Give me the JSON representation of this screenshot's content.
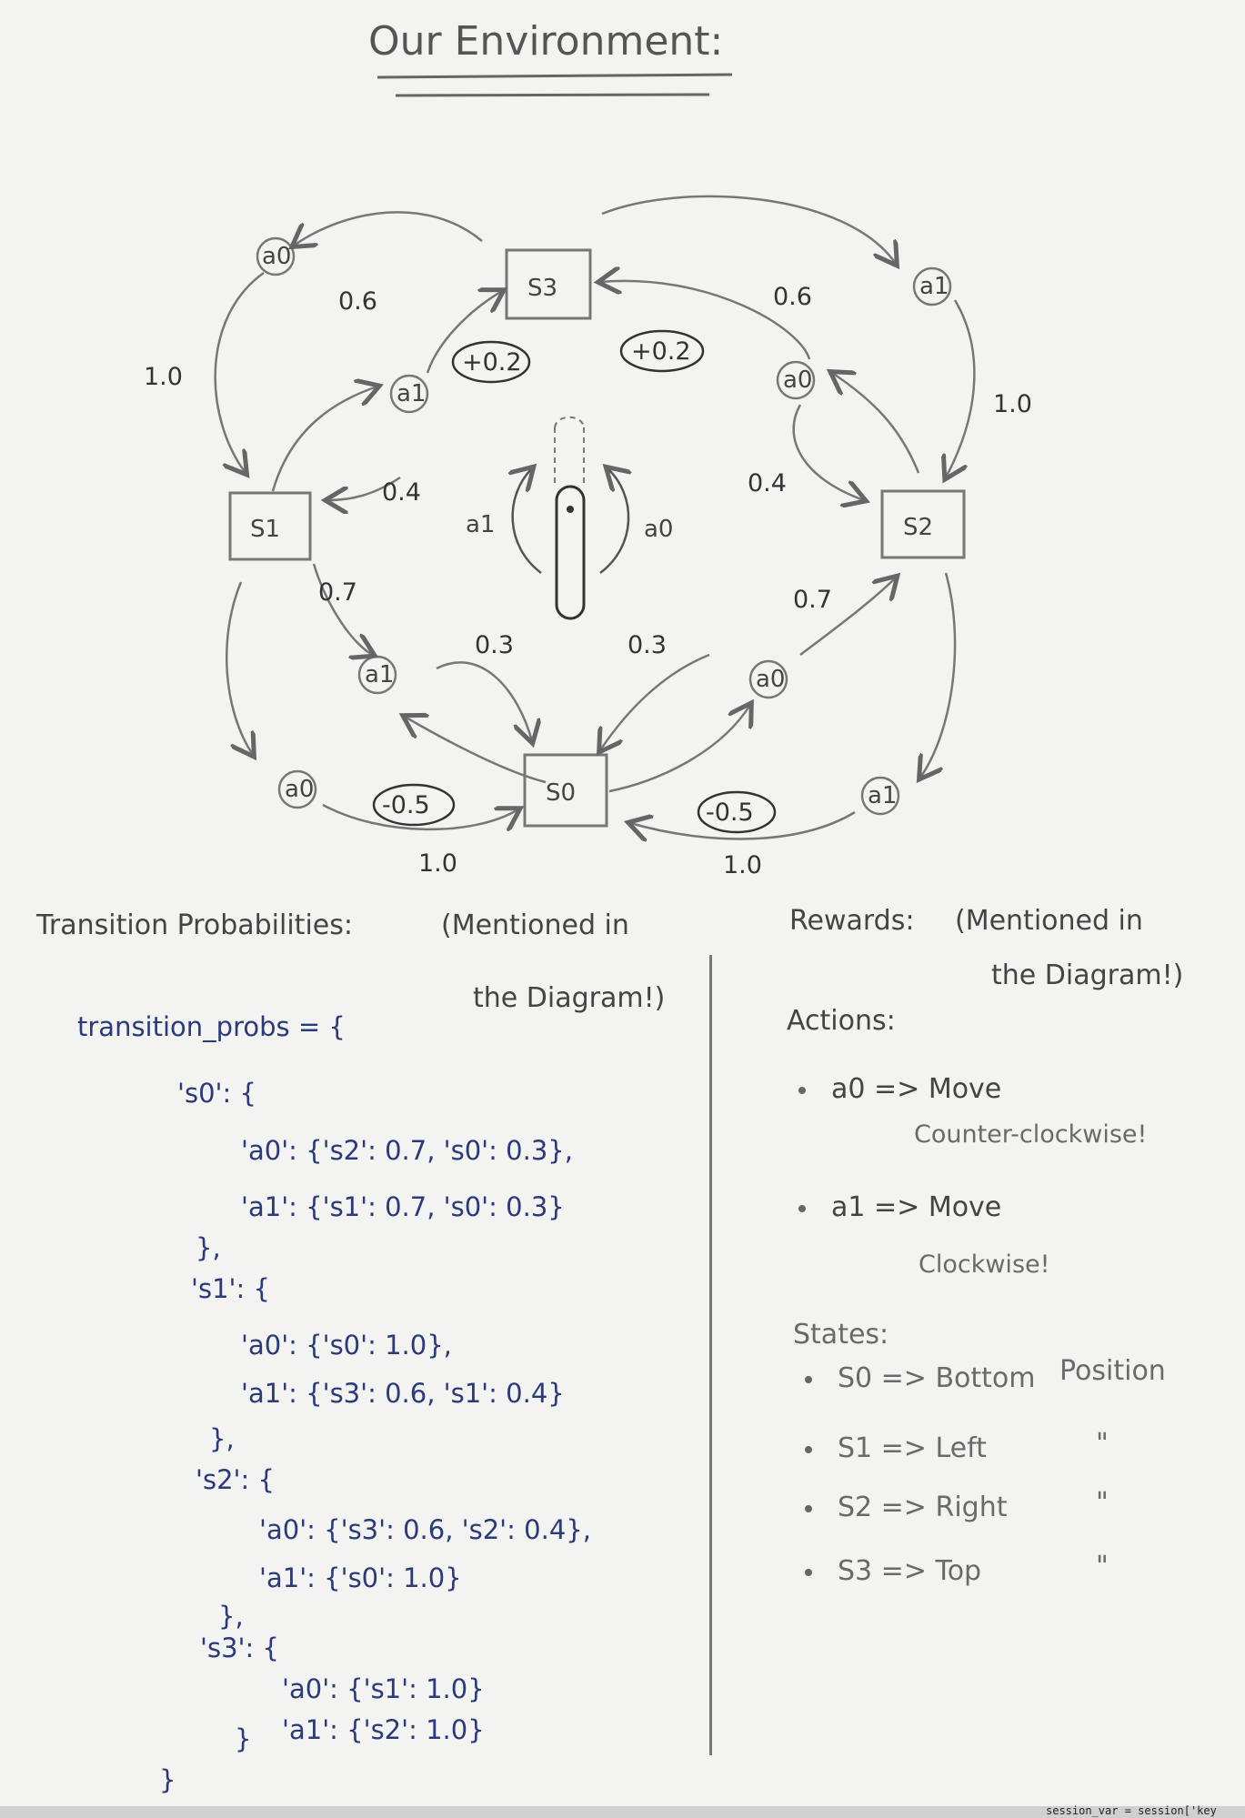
{
  "title": "Our Environment:",
  "states": {
    "s0": "S0",
    "s1": "S1",
    "s2": "S2",
    "s3": "S3"
  },
  "actions": {
    "a0": "a0",
    "a1": "a1"
  },
  "diagram_numbers": {
    "top_left": "0.6",
    "top_right": "0.6",
    "mid_left": "0.4",
    "mid_right": "0.4",
    "low_left": "0.7",
    "low_right": "0.7",
    "bottom_left": "0.3",
    "bottom_right": "0.3",
    "outer_left": "1.0",
    "outer_right": "1.0",
    "base_left": "1.0",
    "base_right": "1.0"
  },
  "rewards_in_diagram": {
    "r_left_top": "+0.2",
    "r_right_top": "+0.2",
    "r_left_bottom": "-0.5",
    "r_right_bottom": "-0.5"
  },
  "pendulum_labels": {
    "left": "a1",
    "right": "a0"
  },
  "transition_section": {
    "heading": "Transition Probabilities:",
    "note_line1": "(Mentioned in",
    "note_line2": "the Diagram!)",
    "code_lines": [
      "transition_probs = {",
      "'s0': {",
      "'a0': {'s2': 0.7, 's0': 0.3},",
      "'a1': {'s1': 0.7, 's0': 0.3}",
      "},",
      "'s1': {",
      "'a0': {'s0': 1.0},",
      "'a1': {'s3': 0.6, 's1': 0.4}",
      "},",
      "'s2': {",
      "'a0': {'s3': 0.6, 's2': 0.4},",
      "'a1': {'s0': 1.0}",
      "},",
      "'s3': {",
      "'a0': {'s1': 1.0}",
      "'a1': {'s2': 1.0}",
      "}",
      "}"
    ]
  },
  "rewards_section": {
    "heading": "Rewards:",
    "note_line1": "(Mentioned in",
    "note_line2": "the Diagram!)"
  },
  "actions_section": {
    "heading": "Actions:",
    "items": [
      {
        "key": "a0 => Move",
        "desc": "Counter-clockwise!"
      },
      {
        "key": "a1 => Move",
        "desc": "Clockwise!"
      }
    ]
  },
  "states_section": {
    "heading": "States:",
    "items": [
      {
        "key": "S0 => Bottom",
        "desc": "Position"
      },
      {
        "key": "S1 => Left",
        "desc": "\""
      },
      {
        "key": "S2 => Right",
        "desc": "\""
      },
      {
        "key": "S3 => Top",
        "desc": "\""
      }
    ]
  },
  "bottom_strip_text": "session_var = session['key"
}
